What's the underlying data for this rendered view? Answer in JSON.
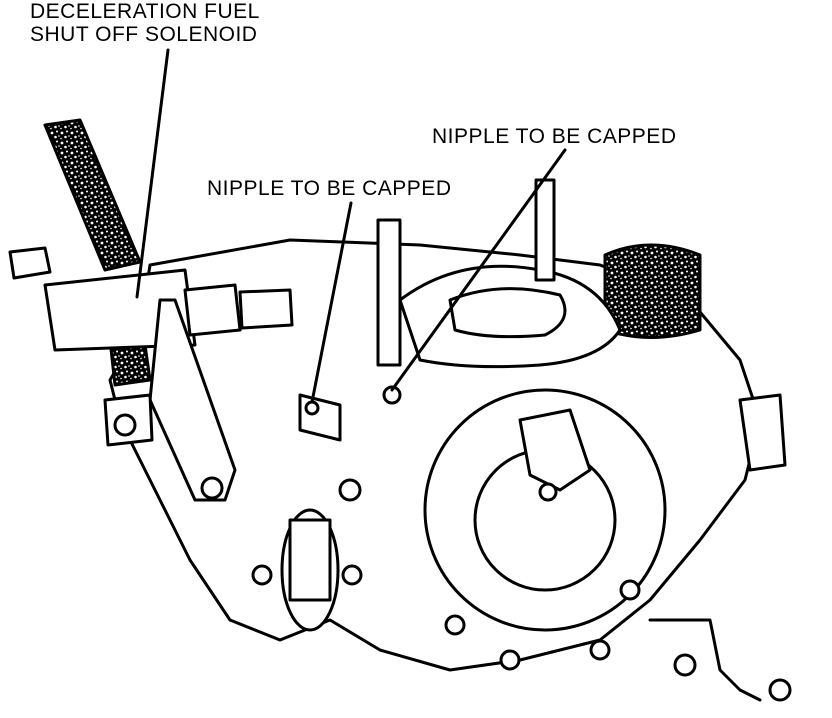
{
  "labels": {
    "solenoid_line1": "DECELERATION FUEL",
    "solenoid_line2": "SHUT OFF SOLENOID",
    "nipple_left": "NIPPLE TO BE CAPPED",
    "nipple_right": "NIPPLE TO BE CAPPED"
  },
  "colors": {
    "ink": "#000000",
    "paper": "#ffffff"
  }
}
